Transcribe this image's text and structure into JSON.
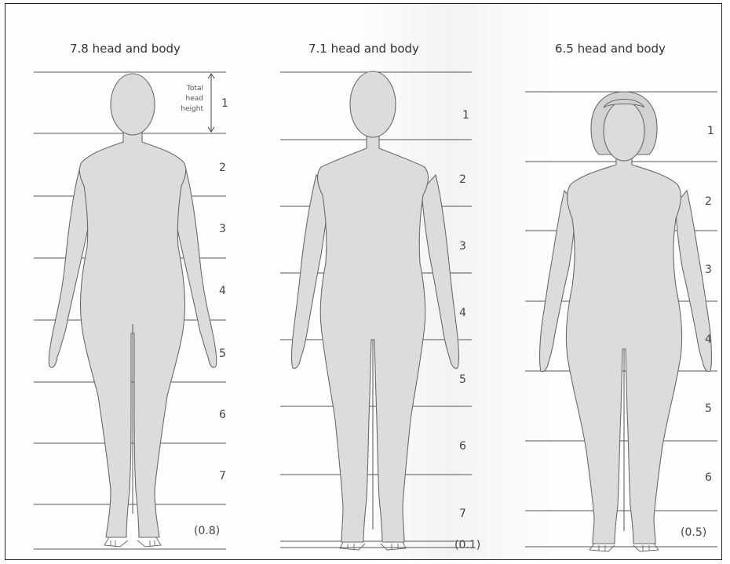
{
  "figures": [
    {
      "title": "7.8 head and body",
      "units": [
        "1",
        "2",
        "3",
        "4",
        "5",
        "6",
        "7"
      ],
      "remainder": "(0.8)",
      "annotation": [
        "Total",
        "head",
        "height"
      ]
    },
    {
      "title": "7.1 head and body",
      "units": [
        "1",
        "2",
        "3",
        "4",
        "5",
        "6",
        "7"
      ],
      "remainder": "(0.1)"
    },
    {
      "title": "6.5 head and body",
      "units": [
        "1",
        "2",
        "3",
        "4",
        "5",
        "6"
      ],
      "remainder": "(0.5)"
    }
  ]
}
